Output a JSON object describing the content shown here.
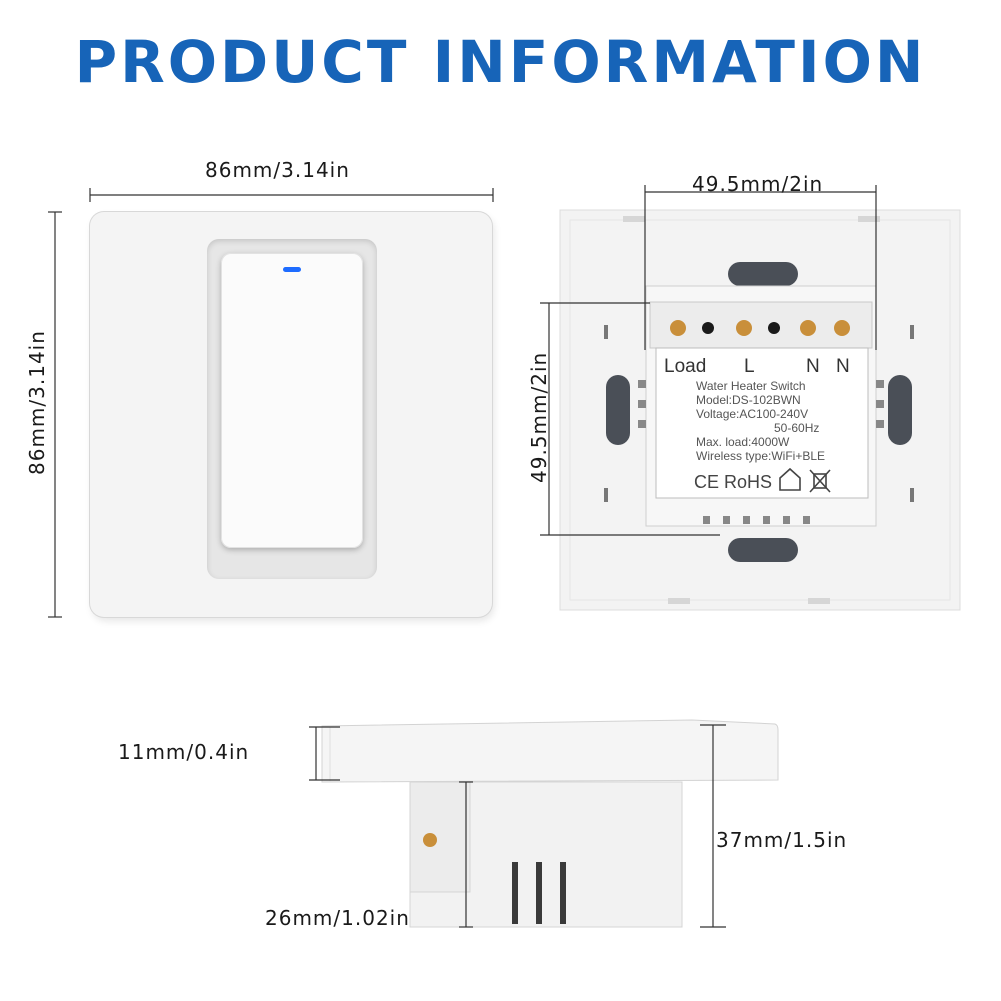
{
  "title": "PRODUCT INFORMATION",
  "front_view": {
    "width_label": "86mm/3.14in",
    "height_label": "86mm/3.14in"
  },
  "back_view": {
    "width_label": "49.5mm/2in",
    "height_label": "49.5mm/2in",
    "terminals": [
      "Load",
      "L",
      "N",
      "N"
    ],
    "spec_lines": [
      "Water Heater Switch",
      "Model:DS-102BWN",
      "Voltage:AC100-240V",
      "50-60Hz",
      "Max. load:4000W",
      "Wireless type:WiFi+BLE"
    ],
    "cert_ce": "CE",
    "cert_rohs": "RoHS"
  },
  "side_view": {
    "plate_thickness_label": "11mm/0.4in",
    "total_depth_label": "37mm/1.5in",
    "box_depth_label": "26mm/1.02in"
  },
  "colors": {
    "title": "#1764b8",
    "indicator": "#1e6cff"
  }
}
